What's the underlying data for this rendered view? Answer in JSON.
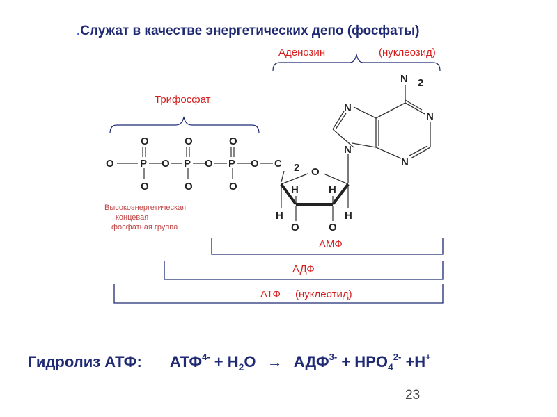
{
  "title": {
    "dot": ".",
    "text": "Служат в качестве энергетических депо (фосфаты)"
  },
  "diagram": {
    "adenosine_label": "Аденозин",
    "nucleoside_label": "(нуклеозид)",
    "triphosphate_label": "Трифосфат",
    "note_lines": [
      "Высокоэнергетическая",
      "концевая",
      "фосфатная группа"
    ],
    "amf_label": "АМФ",
    "adf_label": "АДФ",
    "atf_label": "АТФ",
    "nucleotide_label": "(нуклеотид)",
    "atoms": {
      "P": "P",
      "O": "O",
      "H": "H",
      "N": "N",
      "NH_N": "N",
      "NH_sub": "2",
      "CH_C": "C",
      "CH_sub": "2",
      "minusO": "O"
    }
  },
  "equation": {
    "label": "Гидролиз АТФ:",
    "atf": "АТФ",
    "atf_charge": "4-",
    "plus1": " + H",
    "water_sub": "2",
    "water_o": "O",
    "arrow": "→",
    "adf": "АДФ",
    "adf_charge": "3-",
    "plus2": " + HPO",
    "po_sub": "4",
    "po_charge": "2-",
    "plus3": " +H",
    "h_charge": "+"
  },
  "page_number": "23"
}
